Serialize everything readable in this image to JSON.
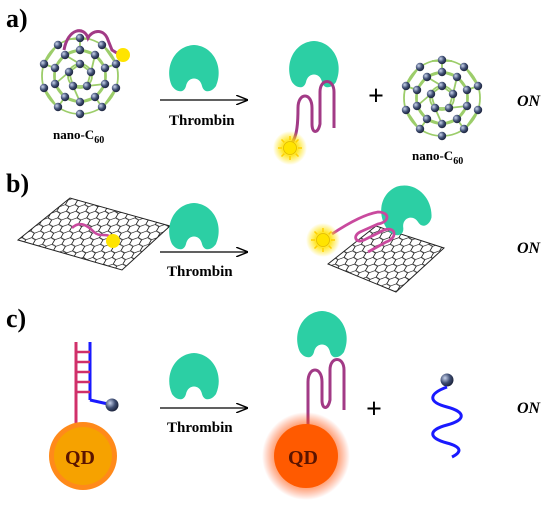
{
  "panels": [
    {
      "letter": "a)",
      "arrow_label": "Thrombin",
      "state": "ON",
      "plus": "+",
      "labels": {
        "nano_prefix": "nano-C",
        "nano_sub": "60"
      }
    },
    {
      "letter": "b)",
      "arrow_label": "Thrombin",
      "state": "ON"
    },
    {
      "letter": "c)",
      "arrow_label": "Thrombin",
      "state": "ON",
      "plus": "+",
      "qd": "QD"
    }
  ],
  "colors": {
    "thrombin": "#2ccfa4",
    "aptamer": "#a23a86",
    "dye": "#ffe400",
    "fullerene_atom": "#3b4a6b",
    "fullerene_bond": "#9ccd6a",
    "graphene": "#222222",
    "qd_outer": "#ff8a1a",
    "qd_core": "#f6a200",
    "complement": "#1a1aff",
    "quencher": "#888888"
  },
  "icons": [
    "thrombin-protein-icon",
    "fluorescent-dye-icon",
    "fullerene-icon",
    "graphene-sheet-icon",
    "quantum-dot-icon",
    "quencher-icon"
  ]
}
